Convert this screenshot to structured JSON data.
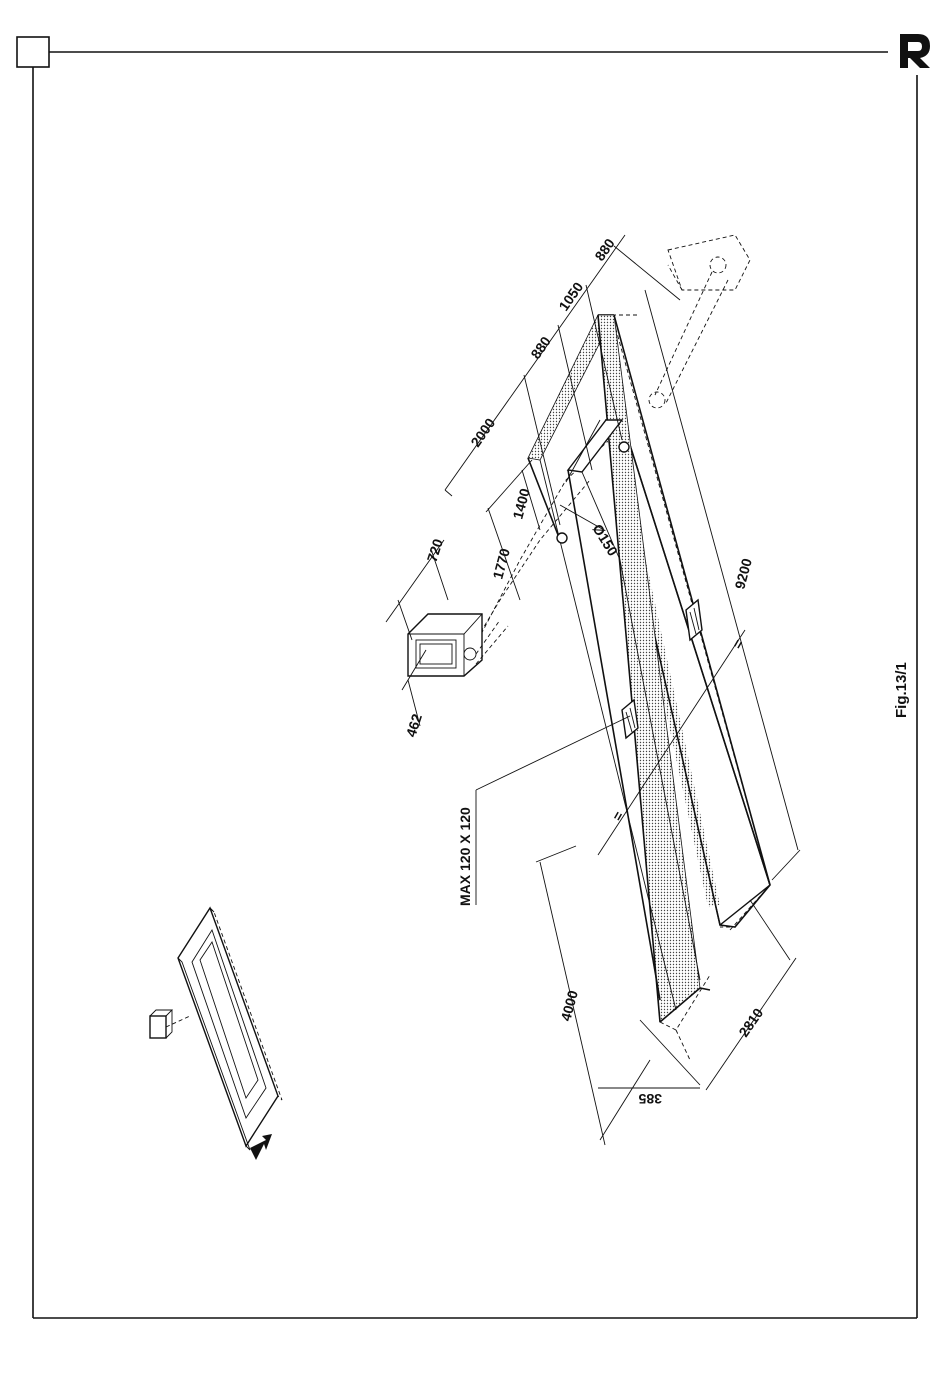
{
  "figure": {
    "caption": "Fig.13/1",
    "brand_logo": "r-logo-icon"
  },
  "dimensions": {
    "d462": "462",
    "d720": "720",
    "d1770": "1770",
    "d1400": "1400",
    "d2000": "2000",
    "d880a": "880",
    "d1050": "1050",
    "d880b": "880",
    "d150": "Ø150",
    "d9200": "9200",
    "d4000": "4000",
    "d2810": "2810",
    "d385": "385",
    "eq1": "=",
    "eq2": "=",
    "max_opening": "MAX 120 X 120"
  }
}
